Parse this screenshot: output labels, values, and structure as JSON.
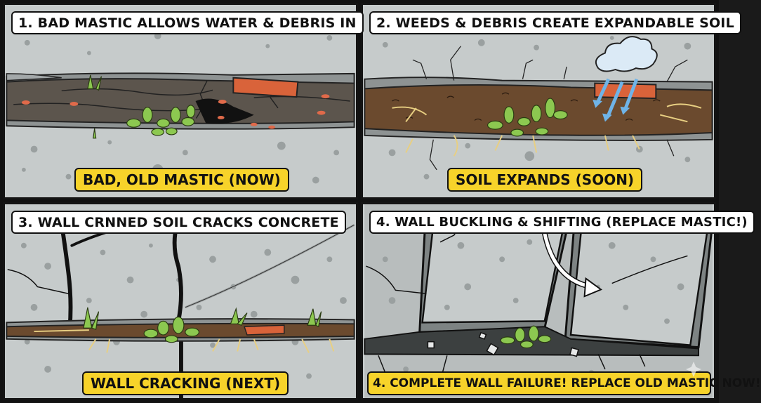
{
  "layout": {
    "rows": 2,
    "columns": 2,
    "style": "comic-strip infographic"
  },
  "colors": {
    "concrete": "#c6cbcb",
    "aggregate_speckle": "#9aa0a0",
    "panel_border": "#141414",
    "title_bg": "#ffffff",
    "caption_bg": "#f7d32a",
    "soil": "#6b4a2e",
    "old_mastic": "#5c554d",
    "weed_green": "#8cc850",
    "brick": "#d9633a",
    "water_arrow": "#6fb4e8",
    "cloud": "#dbeaf6"
  },
  "panels": [
    {
      "id": 1,
      "title": "1. BAD MASTIC ALLOWS WATER & DEBRIS IN",
      "caption": "BAD, OLD MASTIC (NOW)",
      "illustration": [
        "cracked-old-mastic-joint",
        "weeds",
        "red-ants",
        "brick-debris",
        "dark-void"
      ]
    },
    {
      "id": 2,
      "title": "2. WEEDS & DEBRIS CREATE EXPANDABLE SOIL",
      "caption": "SOIL EXPANDS (SOON)",
      "illustration": [
        "soil-filled-joint",
        "rain-cloud",
        "water-arrows",
        "weeds-with-roots",
        "hairline-cracks",
        "brick-debris"
      ]
    },
    {
      "id": 3,
      "title": "3. WALL CRNNED SOIL CRACKS CONCRETE",
      "caption": "WALL CRACKING (NEXT)",
      "illustration": [
        "large-vertical-cracks",
        "diagonal-crack",
        "soil-joint-with-roots",
        "weeds",
        "brick-debris"
      ]
    },
    {
      "id": 4,
      "title": "4. WALL BUCKLING & SHIFTING (REPLACE MASTIC!)",
      "caption": "4. COMPLETE WALL FAILURE! REPLACE OLD MASTIC NOW!",
      "illustration": [
        "displaced-concrete-slabs",
        "curved-movement-arrow",
        "rubble",
        "weeds",
        "sparkle-watermark"
      ]
    }
  ]
}
